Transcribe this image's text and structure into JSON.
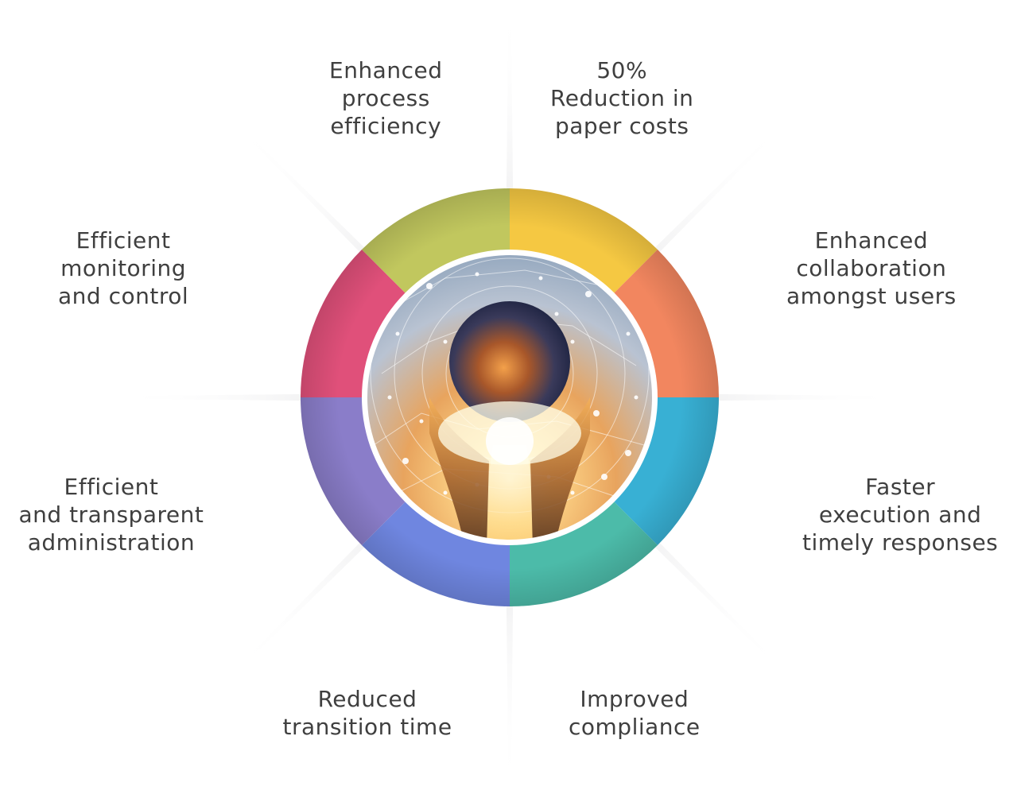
{
  "diagram": {
    "segments": [
      {
        "id": "paper-costs",
        "color": "#f5c842",
        "lines": [
          "50%",
          "Reduction in",
          "paper costs"
        ]
      },
      {
        "id": "collaboration",
        "color": "#f2865f",
        "lines": [
          "Enhanced",
          "collaboration",
          "amongst users"
        ]
      },
      {
        "id": "faster-execution",
        "color": "#38b0d4",
        "lines": [
          "Faster",
          "execution and",
          "timely responses"
        ]
      },
      {
        "id": "compliance",
        "color": "#4cbba9",
        "lines": [
          "Improved",
          "compliance"
        ]
      },
      {
        "id": "transition-time",
        "color": "#6f86e0",
        "lines": [
          "Reduced",
          "transition time"
        ]
      },
      {
        "id": "administration",
        "color": "#8a7dc9",
        "lines": [
          "Efficient",
          "and transparent",
          "administration"
        ]
      },
      {
        "id": "monitoring",
        "color": "#e0507a",
        "lines": [
          "Efficient",
          "monitoring",
          "and control"
        ]
      },
      {
        "id": "process-efficiency",
        "color": "#c1c75e",
        "lines": [
          "Enhanced",
          "process",
          "efficiency"
        ]
      }
    ],
    "center_image": "hands-holding-globe-with-network"
  }
}
